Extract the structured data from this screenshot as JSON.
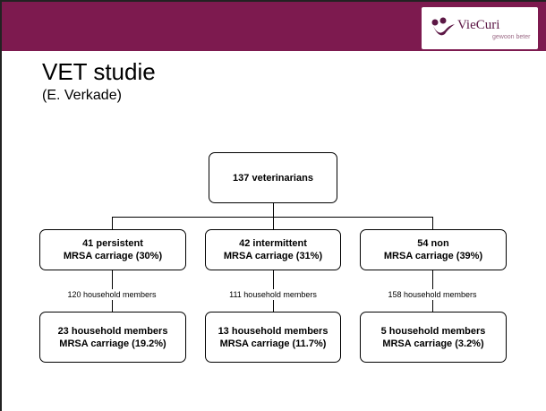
{
  "header": {
    "accent_color": "#7d1a4f",
    "logo": {
      "name": "VieCuri",
      "tagline": "gewoon beter"
    }
  },
  "slide": {
    "title": "VET studie",
    "subtitle": "(E. Verkade)"
  },
  "diagram": {
    "root": "137 veterinarians",
    "groups": [
      {
        "line1": "41 persistent",
        "line2": "MRSA carriage (30%)",
        "edge_label": "120 household members",
        "result_line1": "23 household members",
        "result_line2": "MRSA carriage (19.2%)"
      },
      {
        "line1": "42 intermittent",
        "line2": "MRSA carriage (31%)",
        "edge_label": "111 household members",
        "result_line1": "13 household members",
        "result_line2": "MRSA carriage (11.7%)"
      },
      {
        "line1": "54 non",
        "line2": "MRSA carriage (39%)",
        "edge_label": "158 household members",
        "result_line1": "5 household members",
        "result_line2": "MRSA carriage (3.2%)"
      }
    ]
  }
}
